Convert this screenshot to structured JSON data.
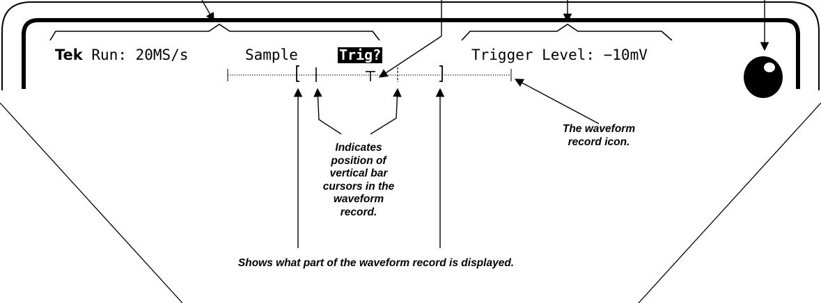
{
  "readout": {
    "brand": "Tek",
    "run_status": "Run: 20MS/s",
    "acq_mode": "Sample",
    "trigger_state": "Trig?",
    "trigger_level": "Trigger Level: −10mV"
  },
  "callouts": {
    "record_icon": [
      "The waveform",
      "record icon."
    ],
    "cursor_position": [
      "Indicates",
      "position of",
      "vertical bar",
      "cursors in the",
      "waveform",
      "record."
    ],
    "displayed_part": "Shows what part of the waveform record is displayed."
  },
  "icons": {
    "knob": "knob-icon",
    "record": "waveform-record-icon"
  }
}
